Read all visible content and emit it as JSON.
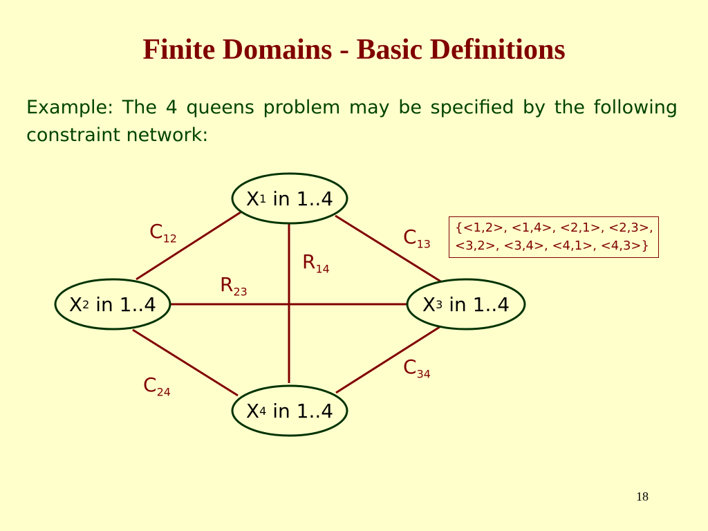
{
  "slide": {
    "title": "Finite Domains - Basic Definitions",
    "intro": "Example: The 4 queens problem may be specified by the following constraint network:",
    "page_number": "18"
  },
  "nodes": {
    "x1": {
      "var": "X",
      "sub": "1",
      "domain": " in 1..4"
    },
    "x2": {
      "var": "X",
      "sub": "2",
      "domain": " in 1..4"
    },
    "x3": {
      "var": "X",
      "sub": "3",
      "domain": " in 1..4"
    },
    "x4": {
      "var": "X",
      "sub": "4",
      "domain": " in 1..4"
    }
  },
  "edges": {
    "c12": {
      "sym": "C",
      "sub": "12"
    },
    "c13": {
      "sym": "C",
      "sub": "13"
    },
    "r14": {
      "sym": "R",
      "sub": "14"
    },
    "r23": {
      "sym": "R",
      "sub": "23"
    },
    "c24": {
      "sym": "C",
      "sub": "24"
    },
    "c34": {
      "sym": "C",
      "sub": "34"
    }
  },
  "relation": {
    "line1": "{<1,2>, <1,4>, <2,1>, <2,3>,",
    "line2": "<3,2>, <3,4>, <4,1>, <4,3>}"
  },
  "colors": {
    "background": "#FFFFCC",
    "title": "#800000",
    "intro_text": "#004400",
    "node_border": "#003300",
    "edge": "#800000"
  }
}
